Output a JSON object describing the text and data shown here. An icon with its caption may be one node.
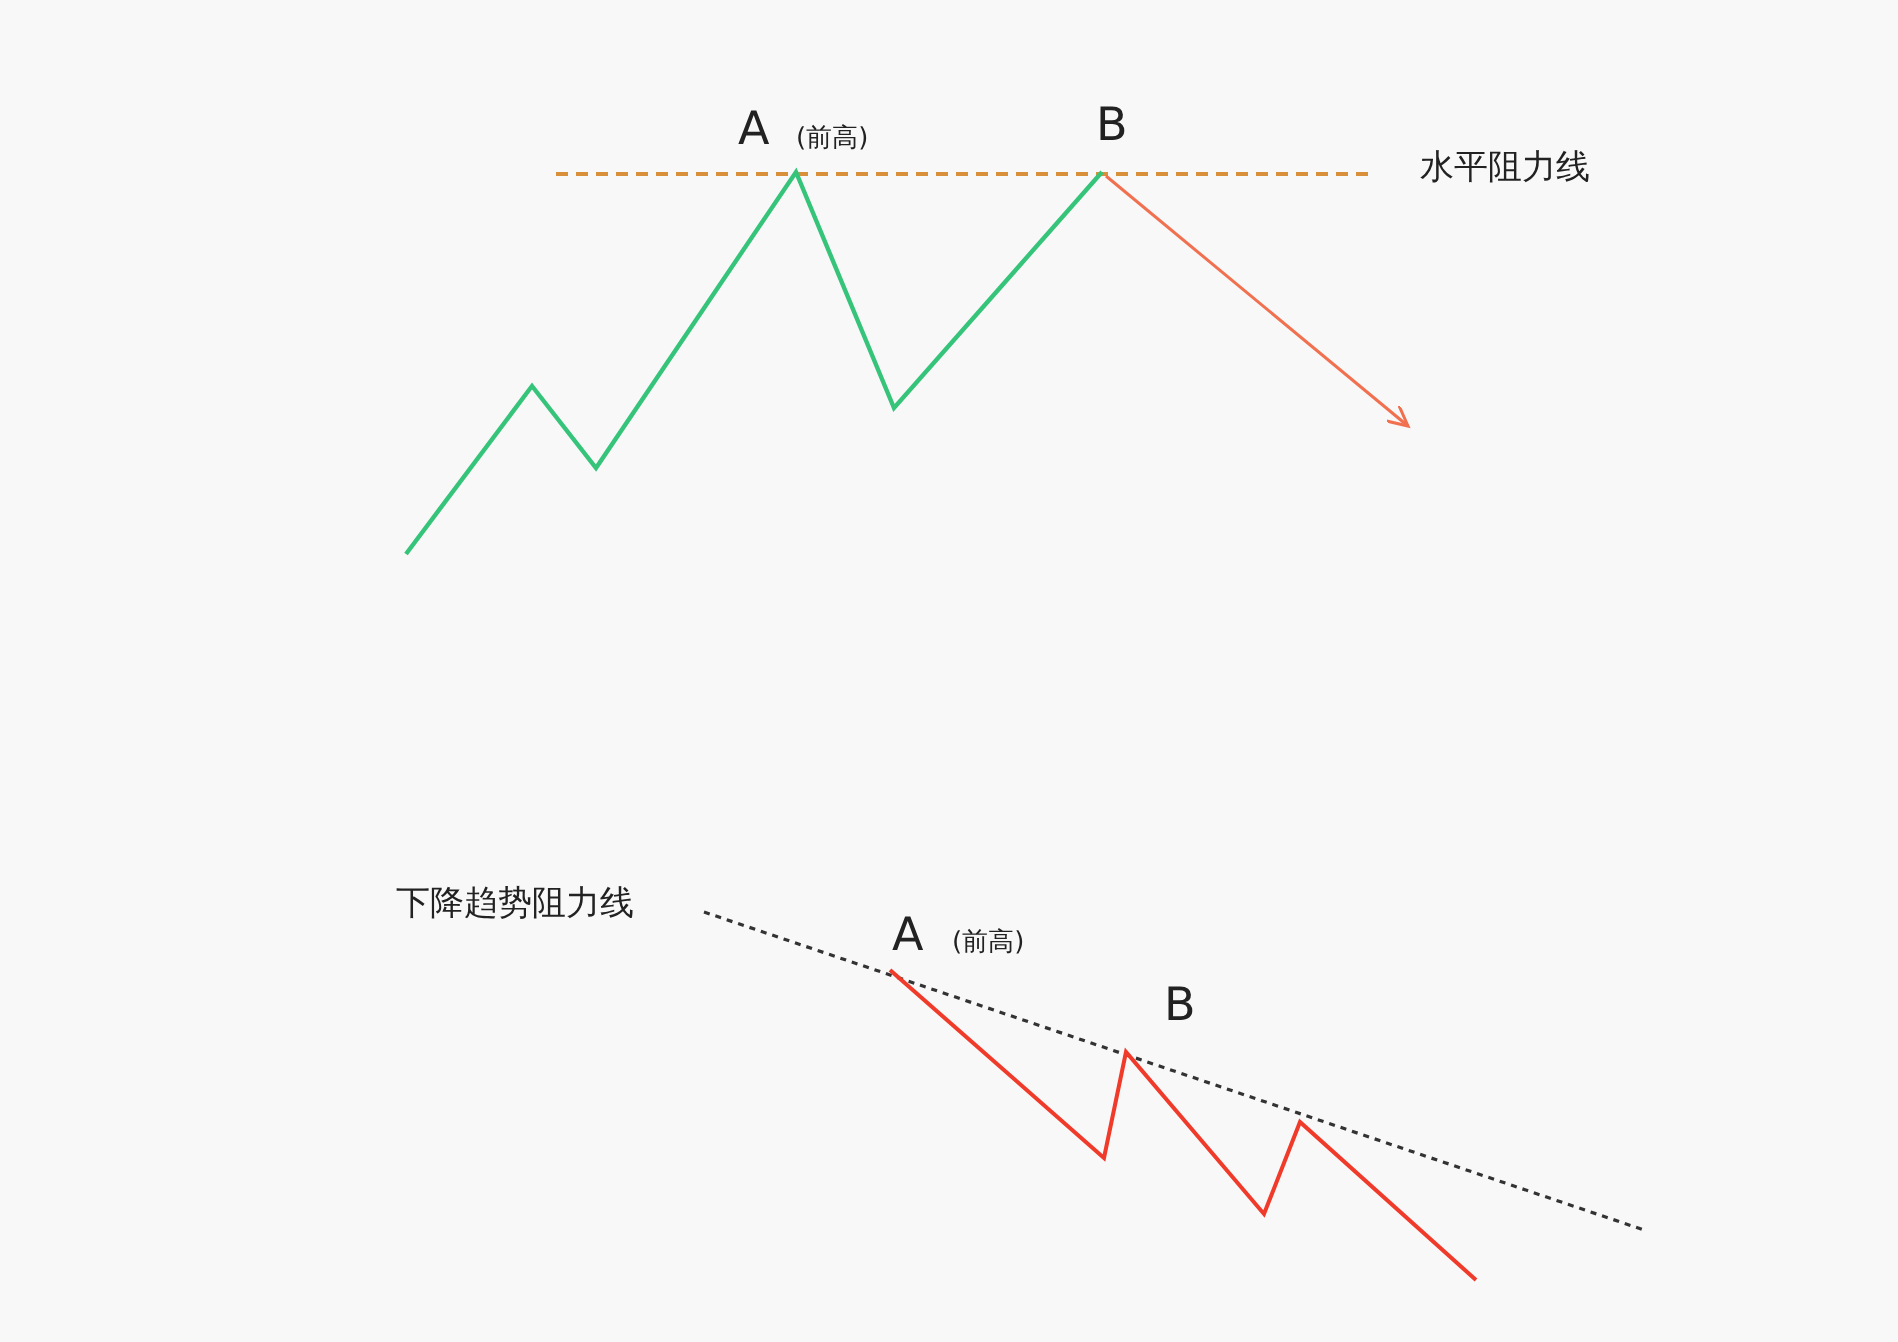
{
  "diagram": {
    "labels": [
      "A",
      "(前高)",
      "B",
      "水平阻力线",
      "下降趋势阻力线",
      "A",
      "(前高)",
      "B"
    ]
  }
}
